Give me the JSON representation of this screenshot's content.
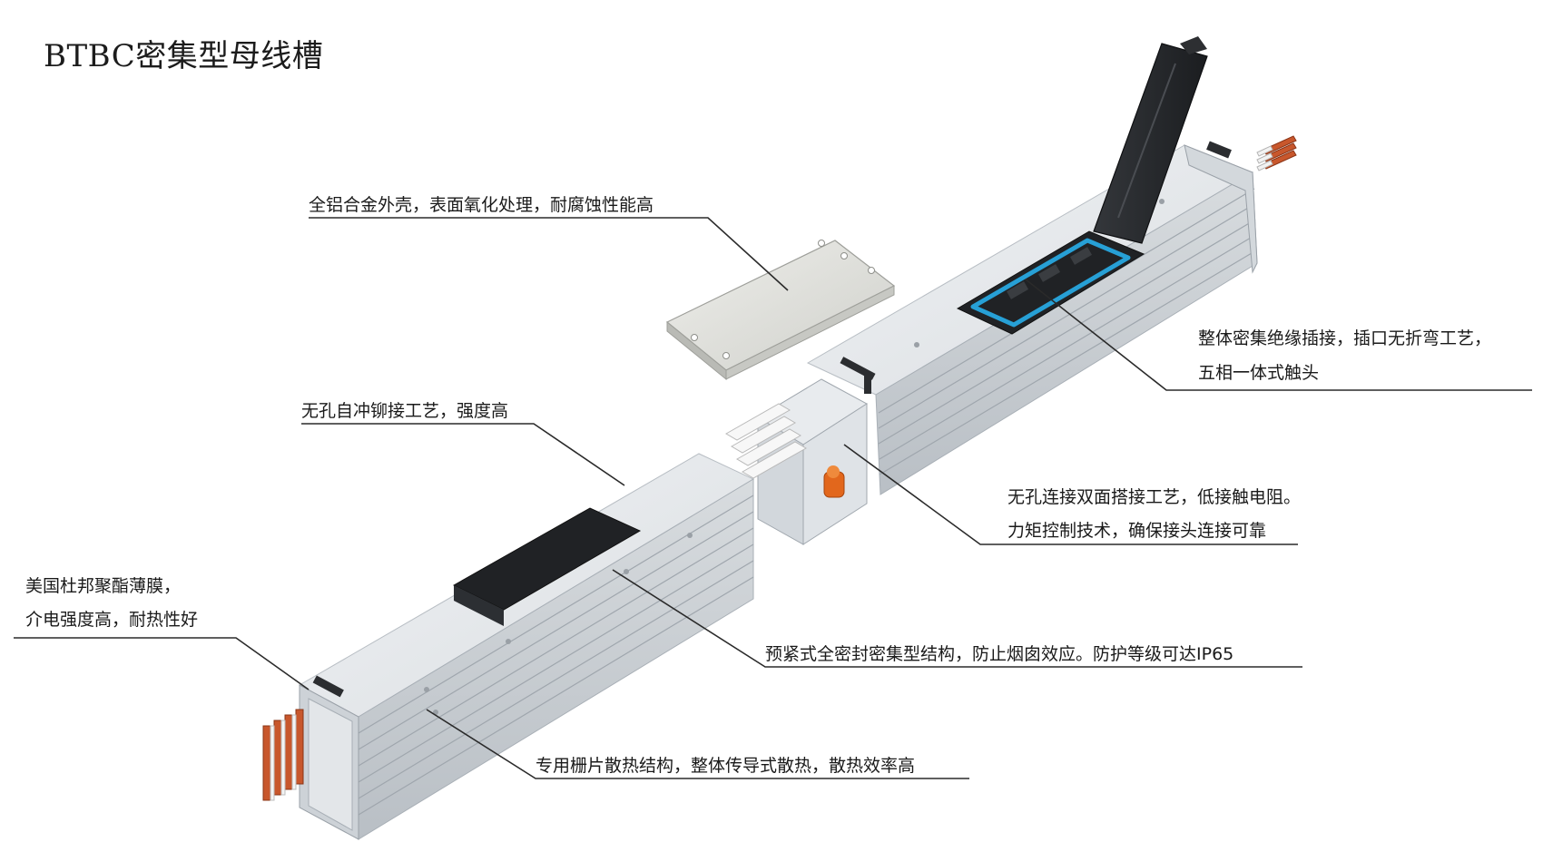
{
  "title": "BTBC密集型母线槽",
  "callouts": {
    "housing": "全铝合金外壳，表面氧化处理，耐腐蚀性能高",
    "rivet": "无孔自冲铆接工艺，强度高",
    "film_line1": "美国杜邦聚酯薄膜，",
    "film_line2": "介电强度高，耐热性好",
    "plug_line1": "整体密集绝缘插接，插口无折弯工艺，",
    "plug_line2": "五相一体式触头",
    "joint_line1": "无孔连接双面搭接工艺，低接触电阻。",
    "joint_line2": "力矩控制技术，确保接头连接可靠",
    "seal": "预紧式全密封密集型结构，防止烟囱效应。防护等级可达IP65",
    "fin": "专用栅片散热结构，整体传导式散热，散热效率高"
  },
  "colors": {
    "text": "#1a1a1a",
    "leader": "#2a2a2a",
    "housing_light": "#e6e9ec",
    "housing_mid": "#cfd4d9",
    "housing_dark": "#aab1b8",
    "insulator_black": "#202225",
    "plug_outline": "#27a0d6",
    "copper": "#c8572c",
    "handle": "#e2671c"
  }
}
